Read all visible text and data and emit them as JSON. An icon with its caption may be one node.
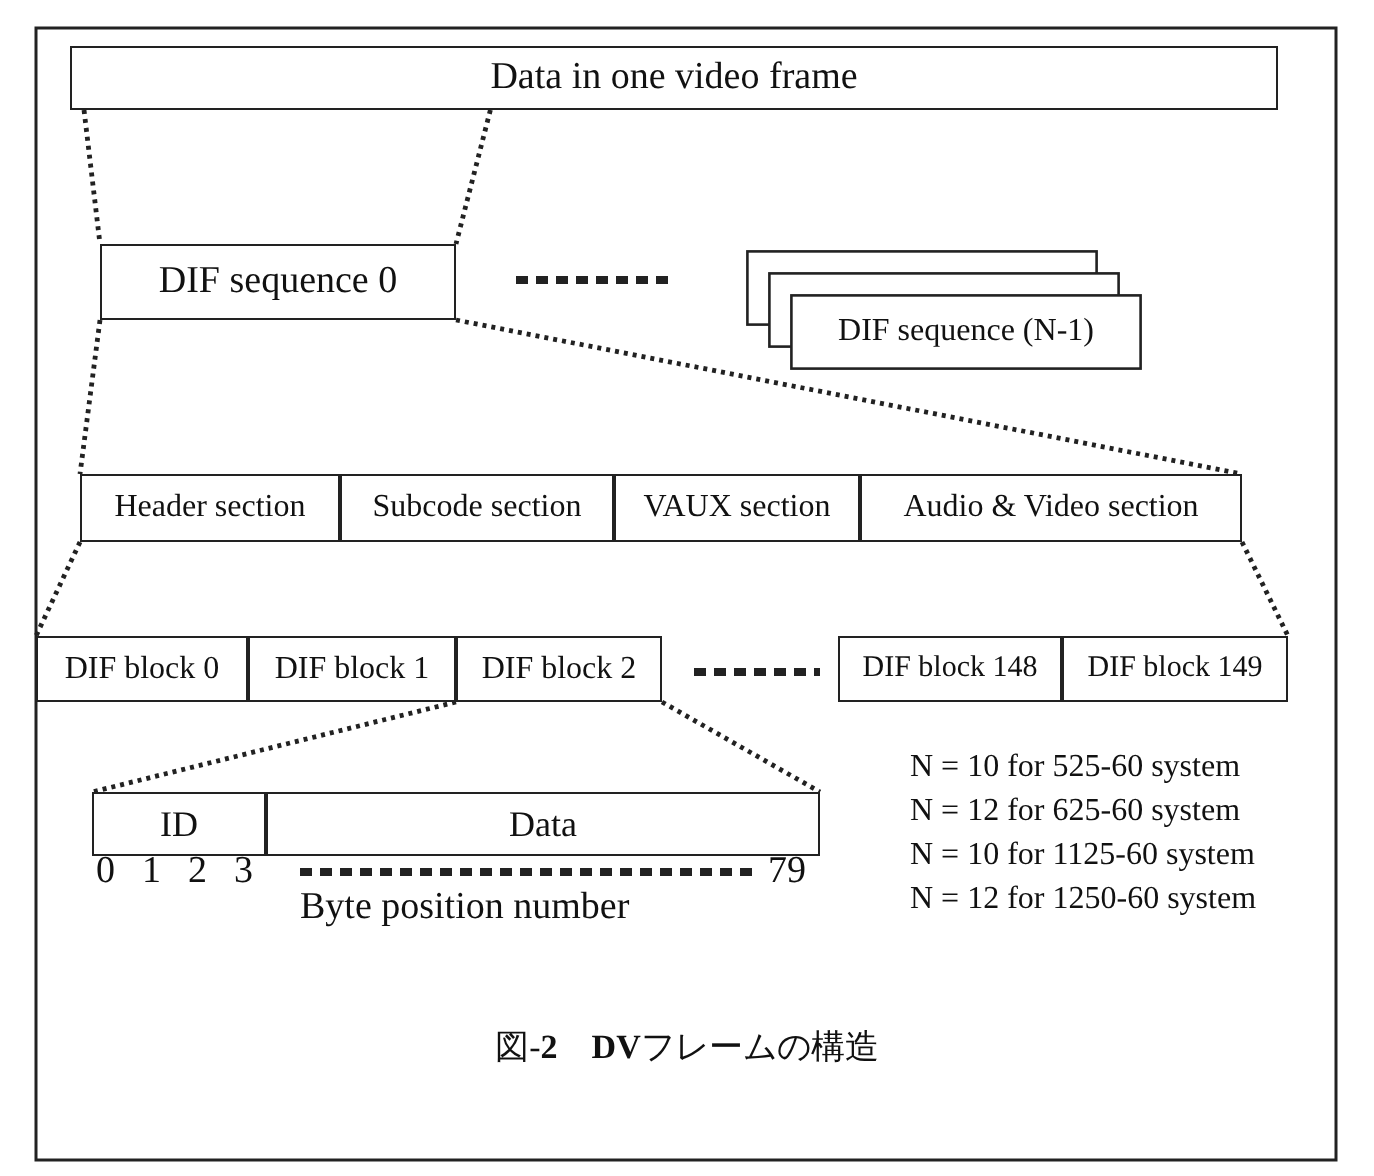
{
  "diagram": {
    "caption": "図-**2**　**DV**フレームの構造",
    "nodes": [
      {
        "text": [
          "Data in one video frame"
        ]
      },
      {
        "text": [
          "DIF sequence 0"
        ]
      },
      {
        "text": [
          "DIF sequence (N-1)"
        ]
      },
      {
        "text": [
          "Header section"
        ]
      },
      {
        "text": [
          "Subcode section"
        ]
      },
      {
        "text": [
          "VAUX section"
        ]
      },
      {
        "text": [
          "Audio & Video section"
        ]
      },
      {
        "text": [
          "DIF block 0"
        ]
      },
      {
        "text": [
          "DIF block 1"
        ]
      },
      {
        "text": [
          "DIF block 2"
        ]
      },
      {
        "text": [
          "DIF block 148"
        ]
      },
      {
        "text": [
          "DIF block 149"
        ]
      },
      {
        "text": [
          "ID"
        ]
      },
      {
        "text": [
          "Data"
        ]
      }
    ],
    "edges": [
      {
        "from": 0,
        "to": 1,
        "arrow": "none"
      },
      {
        "from": 0,
        "to": 1,
        "arrow": "none"
      },
      {
        "from": 1,
        "to": 3,
        "arrow": "none"
      },
      {
        "from": 1,
        "to": 6,
        "arrow": "none"
      },
      {
        "from": 3,
        "to": 7,
        "arrow": "none"
      },
      {
        "from": 6,
        "to": 11,
        "arrow": "none"
      },
      {
        "from": 9,
        "to": 12,
        "arrow": "none"
      },
      {
        "from": 9,
        "to": 13,
        "arrow": "none"
      }
    ],
    "labels": [
      "0",
      "1",
      "2",
      "3",
      "79",
      "Byte position number",
      "N = 10 for 525-60 system",
      "N = 12 for 625-60 system",
      "N = 10 for 1125-60 system",
      "N = 12 for 1250-60 system"
    ]
  }
}
